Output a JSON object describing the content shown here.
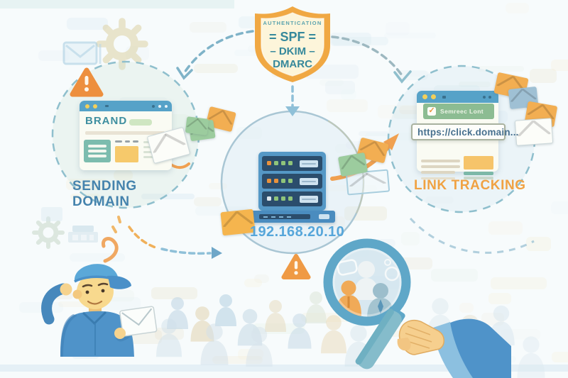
{
  "shield": {
    "header": "AUTHENTICATION",
    "spf": "= SPF =",
    "dkim": "– DKIM –",
    "dmarc": "DMARC"
  },
  "left": {
    "caption": "SENDING DOMAIN",
    "brand": "BRAND"
  },
  "center": {
    "ip": "192.168.20.10"
  },
  "right": {
    "caption": "LINK TRACKING",
    "url": "https://click.domain...",
    "banner": "Semreec Lont"
  },
  "icons": {
    "shield": "badge-shape",
    "warning": "triangle-exclamation",
    "envelope": "rect-with-v-flap",
    "checkbox": "✓",
    "gear": "cog-shape",
    "magnifier": "lens-and-handle",
    "server": "rack-with-leds",
    "person": "figure-with-cap-holding-envelope"
  },
  "colors": {
    "shield_border": "#F0A843",
    "shield_fill": "#FDF5DA",
    "shield_text": "#35889B",
    "caption_blue": "#4583AD",
    "caption_orange": "#F0A243",
    "ip_blue": "#56A6DA",
    "browser_bar_blue": "#56A2C8",
    "banner_green": "#8CBC92",
    "url_text": "#47708F",
    "warning_orange": "#ED8F3E",
    "server_blue": "#5598C6",
    "server_panel_navy": "#2B4D6C",
    "magnifier_blue": "#5FA7C8",
    "envelope_orange": "#F2AE52",
    "envelope_green": "#9CCC9E",
    "envelope_blue": "#9FC0D4",
    "arrow_teal": "#7FB3C8",
    "skin": "#F6D38E",
    "shirt_blue": "#4F93C9"
  }
}
